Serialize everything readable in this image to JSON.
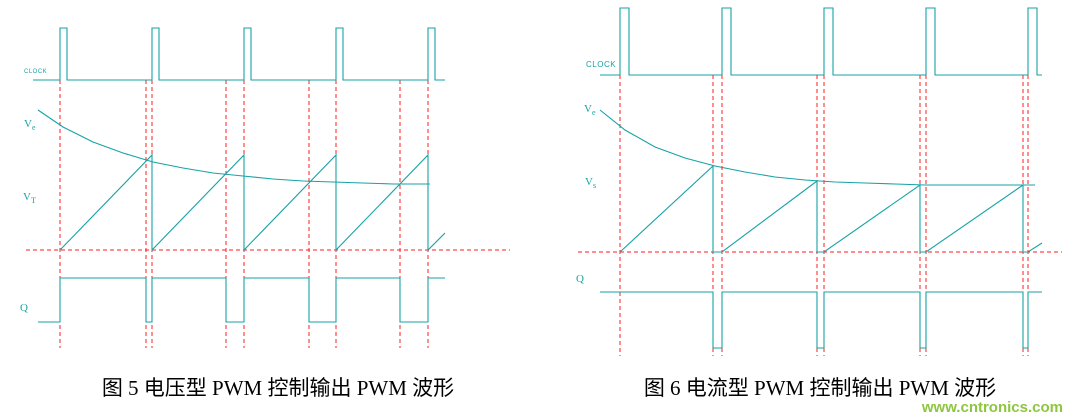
{
  "colors": {
    "waveform": "#17a2a6",
    "guide": "#ff1f1f",
    "caption": "#000000",
    "watermark": "#8dc63f",
    "background": "#ffffff"
  },
  "figures": {
    "left": {
      "caption": "图 5 电压型 PWM 控制输出 PWM 波形",
      "labels": {
        "clock": "CLOCK",
        "ve_base": "V",
        "ve_sub": "e",
        "ramp_base": "V",
        "ramp_sub": "T",
        "q": "Q"
      }
    },
    "right": {
      "caption": "图 6 电流型 PWM 控制输出 PWM 波形",
      "labels": {
        "clock": "CLOCK",
        "ve_base": "V",
        "ve_sub": "e",
        "ramp_base": "V",
        "ramp_sub": "s",
        "q": "Q"
      }
    }
  },
  "watermark": "www.cntronics.com"
}
